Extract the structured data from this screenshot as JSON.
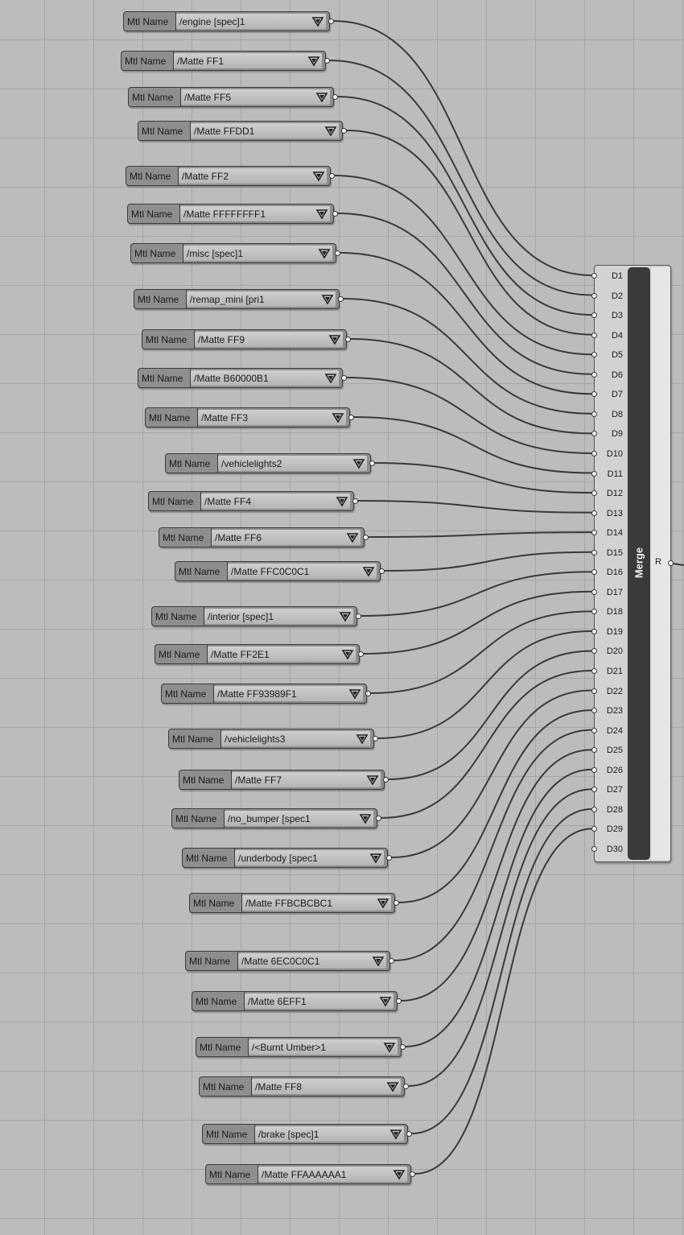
{
  "node_label": "Mtl Name",
  "dropdown_icon": "dropdown-triangle-icon",
  "nodes": [
    {
      "value": "/engine [spec]1"
    },
    {
      "value": "/Matte  FF1"
    },
    {
      "value": "/Matte  FF5"
    },
    {
      "value": "/Matte  FFDD1"
    },
    {
      "value": "/Matte  FF2"
    },
    {
      "value": "/Matte  FFFFFFFF1"
    },
    {
      "value": "/misc [spec]1"
    },
    {
      "value": "/remap_mini [pri1"
    },
    {
      "value": "/Matte  FF9"
    },
    {
      "value": "/Matte  B60000B1"
    },
    {
      "value": "/Matte  FF3"
    },
    {
      "value": "/vehiclelights2"
    },
    {
      "value": "/Matte  FF4"
    },
    {
      "value": "/Matte  FF6"
    },
    {
      "value": "/Matte  FFC0C0C1"
    },
    {
      "value": "/interior [spec]1"
    },
    {
      "value": "/Matte  FF2E1"
    },
    {
      "value": "/Matte  FF93989F1"
    },
    {
      "value": "/vehiclelights3"
    },
    {
      "value": "/Matte  FF7"
    },
    {
      "value": "/no_bumper [spec1"
    },
    {
      "value": "/underbody [spec1"
    },
    {
      "value": "/Matte  FFBCBCBC1"
    },
    {
      "value": "/Matte  6EC0C0C1"
    },
    {
      "value": "/Matte  6EFF1"
    },
    {
      "value": "/<Burnt Umber>1"
    },
    {
      "value": "/Matte  FF8"
    },
    {
      "value": "/brake [spec]1"
    },
    {
      "value": "/Matte  FFAAAAAA1"
    }
  ],
  "merge": {
    "title": "Merge",
    "output_label": "R",
    "inputs": [
      "D1",
      "D2",
      "D3",
      "D4",
      "D5",
      "D6",
      "D7",
      "D8",
      "D9",
      "D10",
      "D11",
      "D12",
      "D13",
      "D14",
      "D15",
      "D16",
      "D17",
      "D18",
      "D19",
      "D20",
      "D21",
      "D22",
      "D23",
      "D24",
      "D25",
      "D26",
      "D27",
      "D28",
      "D29",
      "D30"
    ]
  },
  "colors": {
    "canvas": "#bcbcbc",
    "grid": "#a6a6a6",
    "wire": "#3a3a3a",
    "merge_bar": "#3a3a3a"
  }
}
